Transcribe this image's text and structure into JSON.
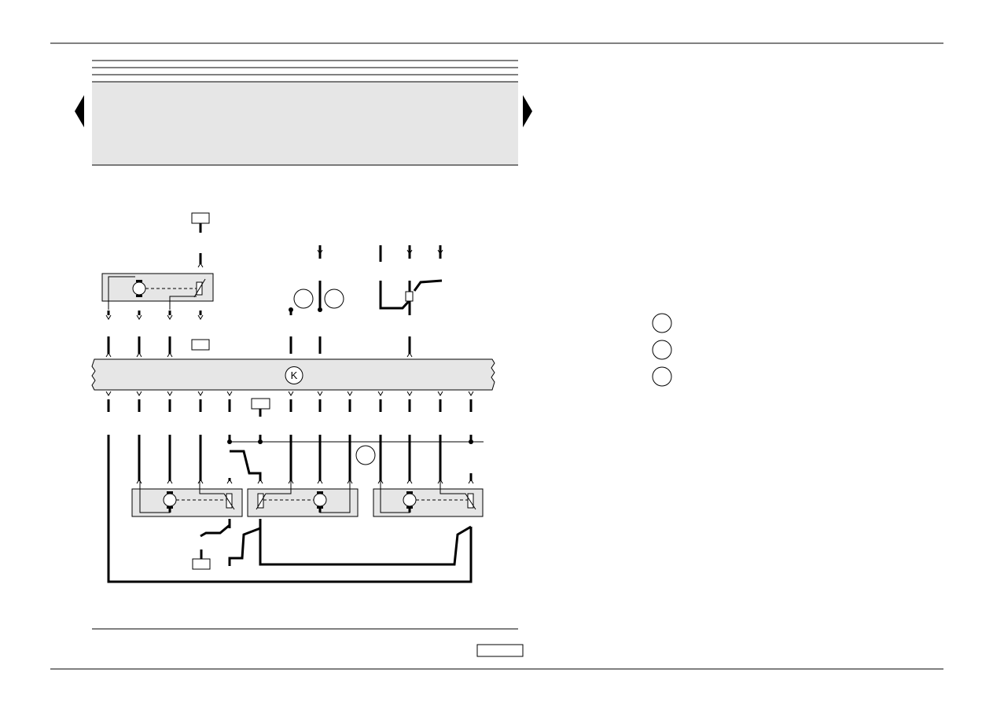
{
  "document": {
    "header_lines": 3,
    "nav": {
      "prev_arrow": "prev-page-arrow",
      "next_arrow": "next-page-arrow"
    }
  },
  "diagram": {
    "control_unit": {
      "symbol": "K",
      "fill": "#e6e6e6"
    },
    "colors": {
      "line": "#000000",
      "module_fill": "#e6e6e6"
    },
    "legend_markers": [
      "circle-marker",
      "circle-marker",
      "circle-marker"
    ]
  }
}
